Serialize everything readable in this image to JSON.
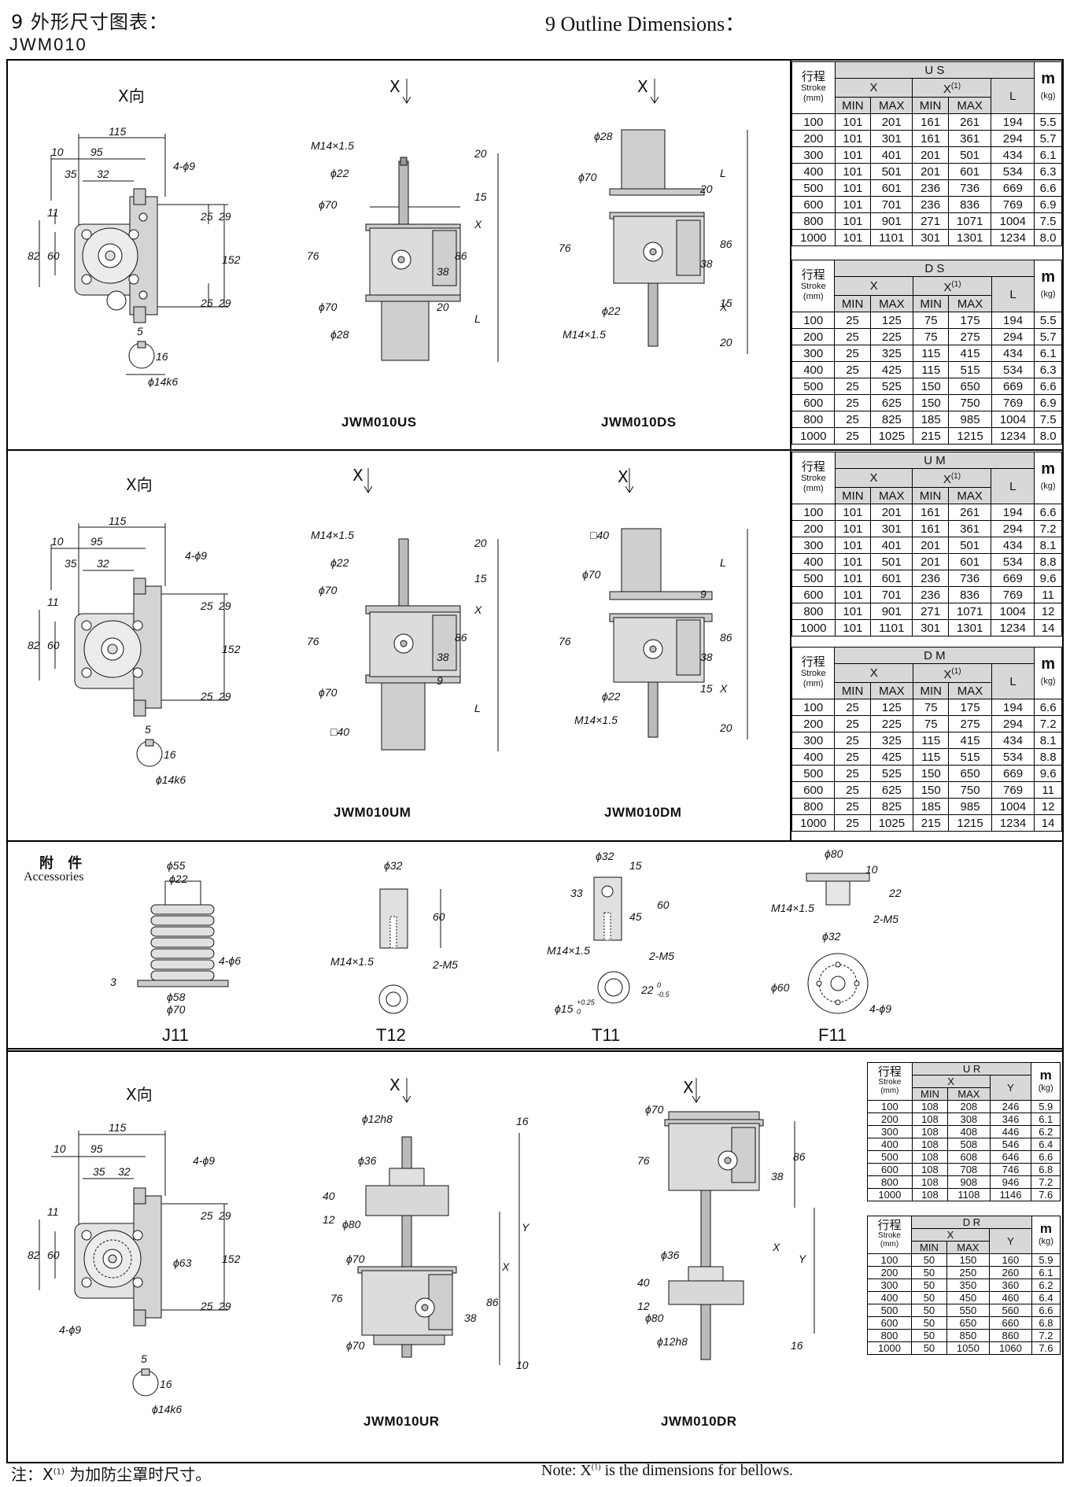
{
  "header": {
    "title_cn": "9 外形尺寸图表：",
    "title_en": "9 Outline Dimensions：",
    "model": "JWM010"
  },
  "captions": {
    "us": "JWM010US",
    "ds": "JWM010DS",
    "um": "JWM010UM",
    "dm": "JWM010DM",
    "ur": "JWM010UR",
    "dr": "JWM010DR"
  },
  "labels": {
    "x_view": "X向",
    "x": "X"
  },
  "accessories": {
    "title_cn": "附 件",
    "title_en": "Accessories",
    "items": [
      "J11",
      "T12",
      "T11",
      "F11"
    ]
  },
  "dims": {
    "top": {
      "d115": "115",
      "d95": "95",
      "d10": "10",
      "d35": "35",
      "d32": "32",
      "hole": "4-ϕ9",
      "d11": "11",
      "d82": "82",
      "d60": "60",
      "d25": "25",
      "d29": "29",
      "d152": "152",
      "d5": "5",
      "d16": "16",
      "shaft": "ϕ14k6"
    },
    "us": {
      "m14": "M14×1.5",
      "d22": "ϕ22",
      "d70": "ϕ70",
      "d70b": "ϕ70",
      "d28": "ϕ28",
      "d20": "20",
      "d15": "15",
      "x": "X",
      "d76": "76",
      "d86": "86",
      "d38": "38",
      "d20b": "20",
      "l": "L"
    },
    "ds": {
      "d28": "ϕ28",
      "d70": "ϕ70",
      "l": "L",
      "d20": "20",
      "d76": "76",
      "d86": "86",
      "d38": "38",
      "d22": "ϕ22",
      "m14": "M14×1.5",
      "d15": "15",
      "x": "X",
      "d20b": "20"
    },
    "um": {
      "m14": "M14×1.5",
      "d22": "ϕ22",
      "d70": "ϕ70",
      "d70b": "ϕ70",
      "sq40": "□40",
      "d20": "20",
      "d15": "15",
      "x": "X",
      "d76": "76",
      "d86": "86",
      "d38": "38",
      "d9": "9",
      "l": "L"
    },
    "dm": {
      "sq40": "□40",
      "d70": "ϕ70",
      "l": "L",
      "d9": "9",
      "d76": "76",
      "d86": "86",
      "d38": "38",
      "d22": "ϕ22",
      "m14": "M14×1.5",
      "d15": "15",
      "x": "X",
      "d20": "20"
    },
    "j11": {
      "d55": "ϕ55",
      "d22": "ϕ22",
      "hole": "4-ϕ6",
      "d3": "3",
      "d58": "ϕ58",
      "d70": "ϕ70"
    },
    "t12": {
      "d32": "ϕ32",
      "d60": "60",
      "m14": "M14×1.5",
      "m5": "2-M5"
    },
    "t11": {
      "d32": "ϕ32",
      "d15": "15",
      "d33": "33",
      "d45": "45",
      "d60": "60",
      "m14": "M14×1.5",
      "m5": "2-M5",
      "pin": "ϕ15",
      "pin_tol": "+0.25",
      "pin_tol0": "0",
      "d22": "22",
      "d22tol": "-0.5",
      "d22tol0": "0"
    },
    "f11": {
      "d80": "ϕ80",
      "d10": "10",
      "d22": "22",
      "m14": "M14×1.5",
      "m5": "2-M5",
      "d32": "ϕ32",
      "d60": "ϕ60",
      "hole": "4-ϕ9"
    },
    "bot": {
      "d115": "115",
      "d95": "95",
      "d10": "10",
      "d35": "35",
      "d32": "32",
      "hole": "4-ϕ9",
      "d11": "11",
      "d82": "82",
      "d60": "60",
      "d25": "25",
      "d29": "29",
      "d152": "152",
      "d63": "ϕ63",
      "hole2": "4-ϕ9",
      "d5": "5",
      "d16": "16",
      "shaft": "ϕ14k6"
    },
    "ur": {
      "d12": "ϕ12h8",
      "d16": "16",
      "d36": "ϕ36",
      "d40": "40",
      "d12b": "12",
      "d80": "ϕ80",
      "y": "Y",
      "d70": "ϕ70",
      "x": "X",
      "d76": "76",
      "d86": "86",
      "d38": "38",
      "d70b": "ϕ70",
      "d10": "10"
    },
    "dr": {
      "d70": "ϕ70",
      "d76": "76",
      "d86": "86",
      "d38": "38",
      "x": "X",
      "y": "Y",
      "d36": "ϕ36",
      "d40": "40",
      "d12": "12",
      "d80": "ϕ80",
      "d12h8": "ϕ12h8",
      "d16": "16"
    }
  },
  "tables": {
    "h": {
      "stroke_cn": "行程",
      "stroke_en": "Stroke",
      "mm": "(mm)",
      "x": "X",
      "x1": "X",
      "sup": "(1)",
      "min": "MIN",
      "max": "MAX",
      "l": "L",
      "y": "Y",
      "m": "m",
      "kg": "(kg)"
    },
    "us": {
      "title": "U S",
      "rows": [
        [
          "100",
          "101",
          "201",
          "161",
          "261",
          "194",
          "5.5"
        ],
        [
          "200",
          "101",
          "301",
          "161",
          "361",
          "294",
          "5.7"
        ],
        [
          "300",
          "101",
          "401",
          "201",
          "501",
          "434",
          "6.1"
        ],
        [
          "400",
          "101",
          "501",
          "201",
          "601",
          "534",
          "6.3"
        ],
        [
          "500",
          "101",
          "601",
          "236",
          "736",
          "669",
          "6.6"
        ],
        [
          "600",
          "101",
          "701",
          "236",
          "836",
          "769",
          "6.9"
        ],
        [
          "800",
          "101",
          "901",
          "271",
          "1071",
          "1004",
          "7.5"
        ],
        [
          "1000",
          "101",
          "1101",
          "301",
          "1301",
          "1234",
          "8.0"
        ]
      ]
    },
    "ds": {
      "title": "D S",
      "rows": [
        [
          "100",
          "25",
          "125",
          "75",
          "175",
          "194",
          "5.5"
        ],
        [
          "200",
          "25",
          "225",
          "75",
          "275",
          "294",
          "5.7"
        ],
        [
          "300",
          "25",
          "325",
          "115",
          "415",
          "434",
          "6.1"
        ],
        [
          "400",
          "25",
          "425",
          "115",
          "515",
          "534",
          "6.3"
        ],
        [
          "500",
          "25",
          "525",
          "150",
          "650",
          "669",
          "6.6"
        ],
        [
          "600",
          "25",
          "625",
          "150",
          "750",
          "769",
          "6.9"
        ],
        [
          "800",
          "25",
          "825",
          "185",
          "985",
          "1004",
          "7.5"
        ],
        [
          "1000",
          "25",
          "1025",
          "215",
          "1215",
          "1234",
          "8.0"
        ]
      ]
    },
    "um": {
      "title": "U M",
      "rows": [
        [
          "100",
          "101",
          "201",
          "161",
          "261",
          "194",
          "6.6"
        ],
        [
          "200",
          "101",
          "301",
          "161",
          "361",
          "294",
          "7.2"
        ],
        [
          "300",
          "101",
          "401",
          "201",
          "501",
          "434",
          "8.1"
        ],
        [
          "400",
          "101",
          "501",
          "201",
          "601",
          "534",
          "8.8"
        ],
        [
          "500",
          "101",
          "601",
          "236",
          "736",
          "669",
          "9.6"
        ],
        [
          "600",
          "101",
          "701",
          "236",
          "836",
          "769",
          "11"
        ],
        [
          "800",
          "101",
          "901",
          "271",
          "1071",
          "1004",
          "12"
        ],
        [
          "1000",
          "101",
          "1101",
          "301",
          "1301",
          "1234",
          "14"
        ]
      ]
    },
    "dm": {
      "title": "D M",
      "rows": [
        [
          "100",
          "25",
          "125",
          "75",
          "175",
          "194",
          "6.6"
        ],
        [
          "200",
          "25",
          "225",
          "75",
          "275",
          "294",
          "7.2"
        ],
        [
          "300",
          "25",
          "325",
          "115",
          "415",
          "434",
          "8.1"
        ],
        [
          "400",
          "25",
          "425",
          "115",
          "515",
          "534",
          "8.8"
        ],
        [
          "500",
          "25",
          "525",
          "150",
          "650",
          "669",
          "9.6"
        ],
        [
          "600",
          "25",
          "625",
          "150",
          "750",
          "769",
          "11"
        ],
        [
          "800",
          "25",
          "825",
          "185",
          "985",
          "1004",
          "12"
        ],
        [
          "1000",
          "25",
          "1025",
          "215",
          "1215",
          "1234",
          "14"
        ]
      ]
    },
    "ur": {
      "title": "U R",
      "rows": [
        [
          "100",
          "108",
          "208",
          "246",
          "5.9"
        ],
        [
          "200",
          "108",
          "308",
          "346",
          "6.1"
        ],
        [
          "300",
          "108",
          "408",
          "446",
          "6.2"
        ],
        [
          "400",
          "108",
          "508",
          "546",
          "6.4"
        ],
        [
          "500",
          "108",
          "608",
          "646",
          "6.6"
        ],
        [
          "600",
          "108",
          "708",
          "746",
          "6.8"
        ],
        [
          "800",
          "108",
          "908",
          "946",
          "7.2"
        ],
        [
          "1000",
          "108",
          "1108",
          "1146",
          "7.6"
        ]
      ]
    },
    "dr": {
      "title": "D R",
      "rows": [
        [
          "100",
          "50",
          "150",
          "160",
          "5.9"
        ],
        [
          "200",
          "50",
          "250",
          "260",
          "6.1"
        ],
        [
          "300",
          "50",
          "350",
          "360",
          "6.2"
        ],
        [
          "400",
          "50",
          "450",
          "460",
          "6.4"
        ],
        [
          "500",
          "50",
          "550",
          "560",
          "6.6"
        ],
        [
          "600",
          "50",
          "650",
          "660",
          "6.8"
        ],
        [
          "800",
          "50",
          "850",
          "860",
          "7.2"
        ],
        [
          "1000",
          "50",
          "1050",
          "1060",
          "7.6"
        ]
      ]
    }
  },
  "notes": {
    "cn_pre": "注：X",
    "cn_sup": "(1)",
    "cn_post": " 为加防尘罩时尺寸。",
    "en_pre": "Note: X",
    "en_sup": "(1)",
    "en_post": " is the dimensions for bellows."
  }
}
